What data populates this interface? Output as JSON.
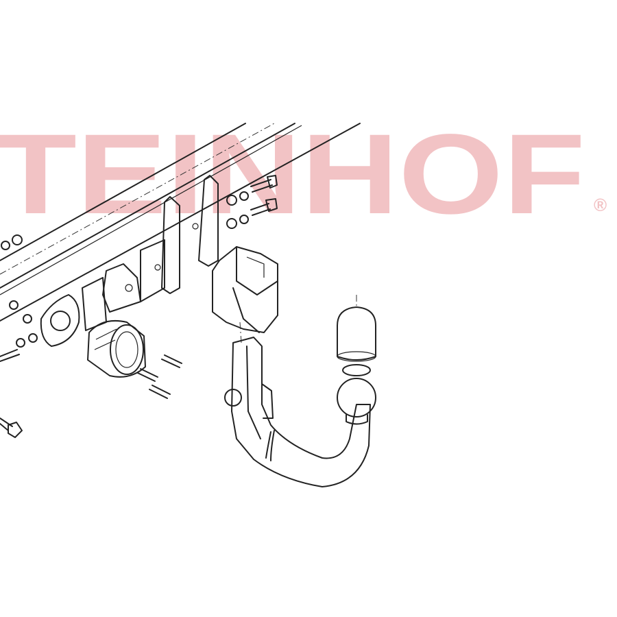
{
  "watermark": {
    "text": "TEINHOF",
    "registered_mark": "®",
    "color": "#f0b9bc"
  },
  "drawing": {
    "parts": [
      "crossbeam",
      "mounting-brackets",
      "bolts-and-washers",
      "electrical-socket",
      "socket-bracket",
      "detachable-ball-neck",
      "tow-ball",
      "ball-cap"
    ],
    "line_color": "#222222"
  }
}
